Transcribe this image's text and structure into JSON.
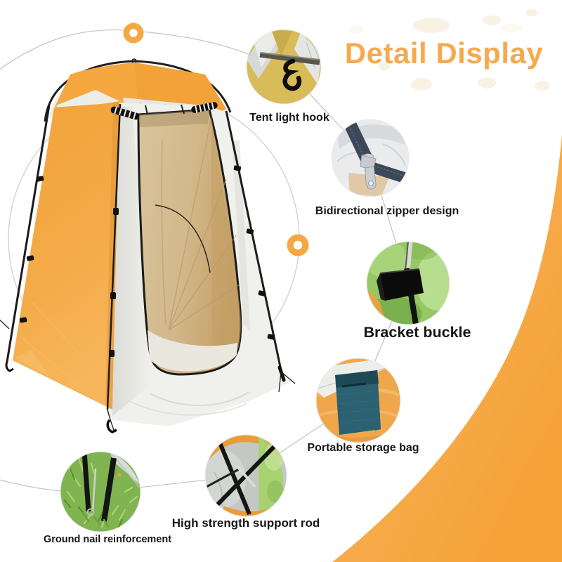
{
  "title": {
    "text": "Detail Display",
    "color": "#F7A94F"
  },
  "colors": {
    "background": "#FFFFFF",
    "accent_orange": "#F5A93F",
    "ring_orange": "#F6A844",
    "leader_line_gray": "#C2C2C2",
    "wedge_light": "#FBD2A0",
    "wedge_deep": "#F5A237",
    "label_text": "#161616"
  },
  "features": [
    {
      "id": "tent-light-hook",
      "label": "Tent light hook"
    },
    {
      "id": "bidirectional-zipper",
      "label": "Bidirectional zipper design"
    },
    {
      "id": "bracket-buckle",
      "label": "Bracket buckle"
    },
    {
      "id": "portable-storage-bag",
      "label": "Portable storage bag"
    },
    {
      "id": "high-strength-support-rod",
      "label": "High strength support rod"
    },
    {
      "id": "ground-nail-reinforcement",
      "label": "Ground nail reinforcement"
    }
  ]
}
